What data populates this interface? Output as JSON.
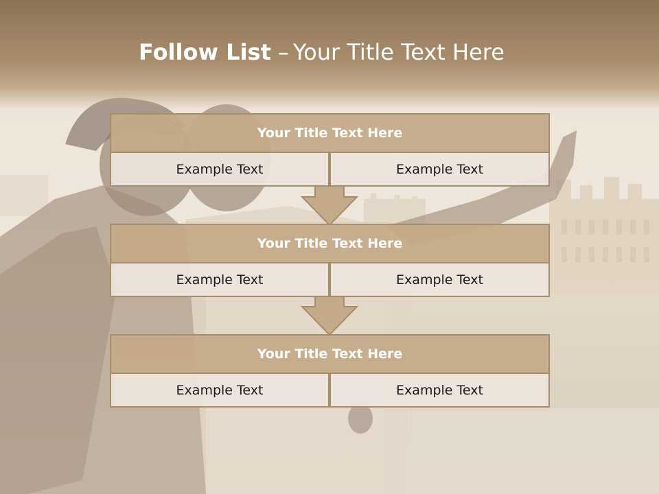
{
  "slide": {
    "title_bold": "Follow List",
    "title_sep": "–",
    "title_rest": "Your Title Text Here"
  },
  "steps": [
    {
      "title": "Your Title Text Here",
      "left": "Example Text",
      "right": "Example Text"
    },
    {
      "title": "Your Title Text Here",
      "left": "Example Text",
      "right": "Example Text"
    },
    {
      "title": "Your Title Text Here",
      "left": "Example Text",
      "right": "Example Text"
    }
  ],
  "colors": {
    "title_band": "#8a7356",
    "box_fill": "#c4aa88",
    "cell_fill": "#ece4dc",
    "border": "#a88d6c"
  }
}
